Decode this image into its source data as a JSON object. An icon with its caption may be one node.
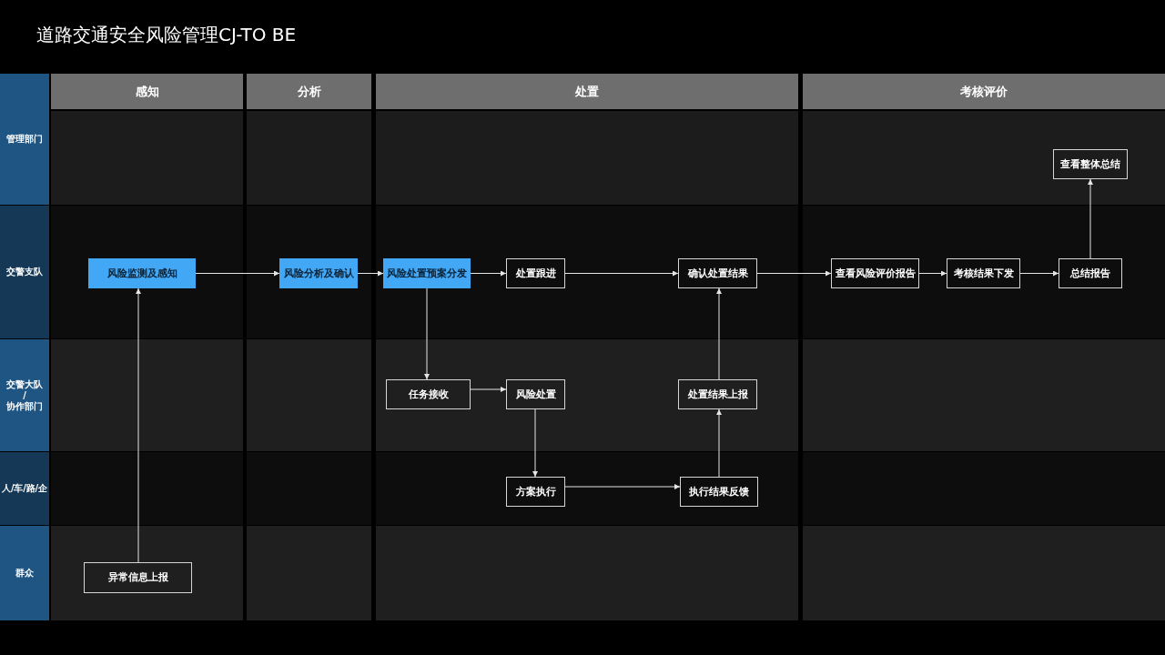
{
  "diagram": {
    "title": "道路交通安全风险管理CJ-TO BE",
    "nodes": [
      {
        "text": [
          "感知"
        ]
      },
      {
        "text": [
          "分析"
        ]
      },
      {
        "text": [
          "处置"
        ]
      },
      {
        "text": [
          "考核评价"
        ]
      },
      {
        "text": [
          "管理部门"
        ]
      },
      {
        "text": [
          "交警支队"
        ]
      },
      {
        "text": [
          "交警大队",
          "/",
          "协作部门"
        ]
      },
      {
        "text": [
          "人/车/路/企"
        ]
      },
      {
        "text": [
          "群众"
        ]
      },
      {
        "text": [
          "查看整体总结"
        ]
      },
      {
        "text": [
          "风险监测及感知"
        ]
      },
      {
        "text": [
          "风险分析及确认"
        ]
      },
      {
        "text": [
          "风险处置预案分发"
        ]
      },
      {
        "text": [
          "处置跟进"
        ]
      },
      {
        "text": [
          "确认处置结果"
        ]
      },
      {
        "text": [
          "查看风险评价报告"
        ]
      },
      {
        "text": [
          "考核结果下发"
        ]
      },
      {
        "text": [
          "总结报告"
        ]
      },
      {
        "text": [
          "任务接收"
        ]
      },
      {
        "text": [
          "风险处置"
        ]
      },
      {
        "text": [
          "处置结果上报"
        ]
      },
      {
        "text": [
          "方案执行"
        ]
      },
      {
        "text": [
          "执行结果反馈"
        ]
      },
      {
        "text": [
          "异常信息上报"
        ]
      }
    ],
    "edges": [
      {
        "from": 23,
        "to": 10,
        "arrow": "to"
      },
      {
        "from": 10,
        "to": 11,
        "arrow": "to"
      },
      {
        "from": 11,
        "to": 12,
        "arrow": "to"
      },
      {
        "from": 12,
        "to": 13,
        "arrow": "to"
      },
      {
        "from": 13,
        "to": 14,
        "arrow": "to"
      },
      {
        "from": 14,
        "to": 15,
        "arrow": "to"
      },
      {
        "from": 15,
        "to": 16,
        "arrow": "to"
      },
      {
        "from": 16,
        "to": 17,
        "arrow": "to"
      },
      {
        "from": 17,
        "to": 9,
        "arrow": "to"
      },
      {
        "from": 12,
        "to": 18,
        "arrow": "to"
      },
      {
        "from": 18,
        "to": 19,
        "arrow": "to"
      },
      {
        "from": 19,
        "to": 21,
        "arrow": "to"
      },
      {
        "from": 21,
        "to": 22,
        "arrow": "to"
      },
      {
        "from": 22,
        "to": 20,
        "arrow": "to"
      },
      {
        "from": 20,
        "to": 14,
        "arrow": "to"
      }
    ]
  }
}
